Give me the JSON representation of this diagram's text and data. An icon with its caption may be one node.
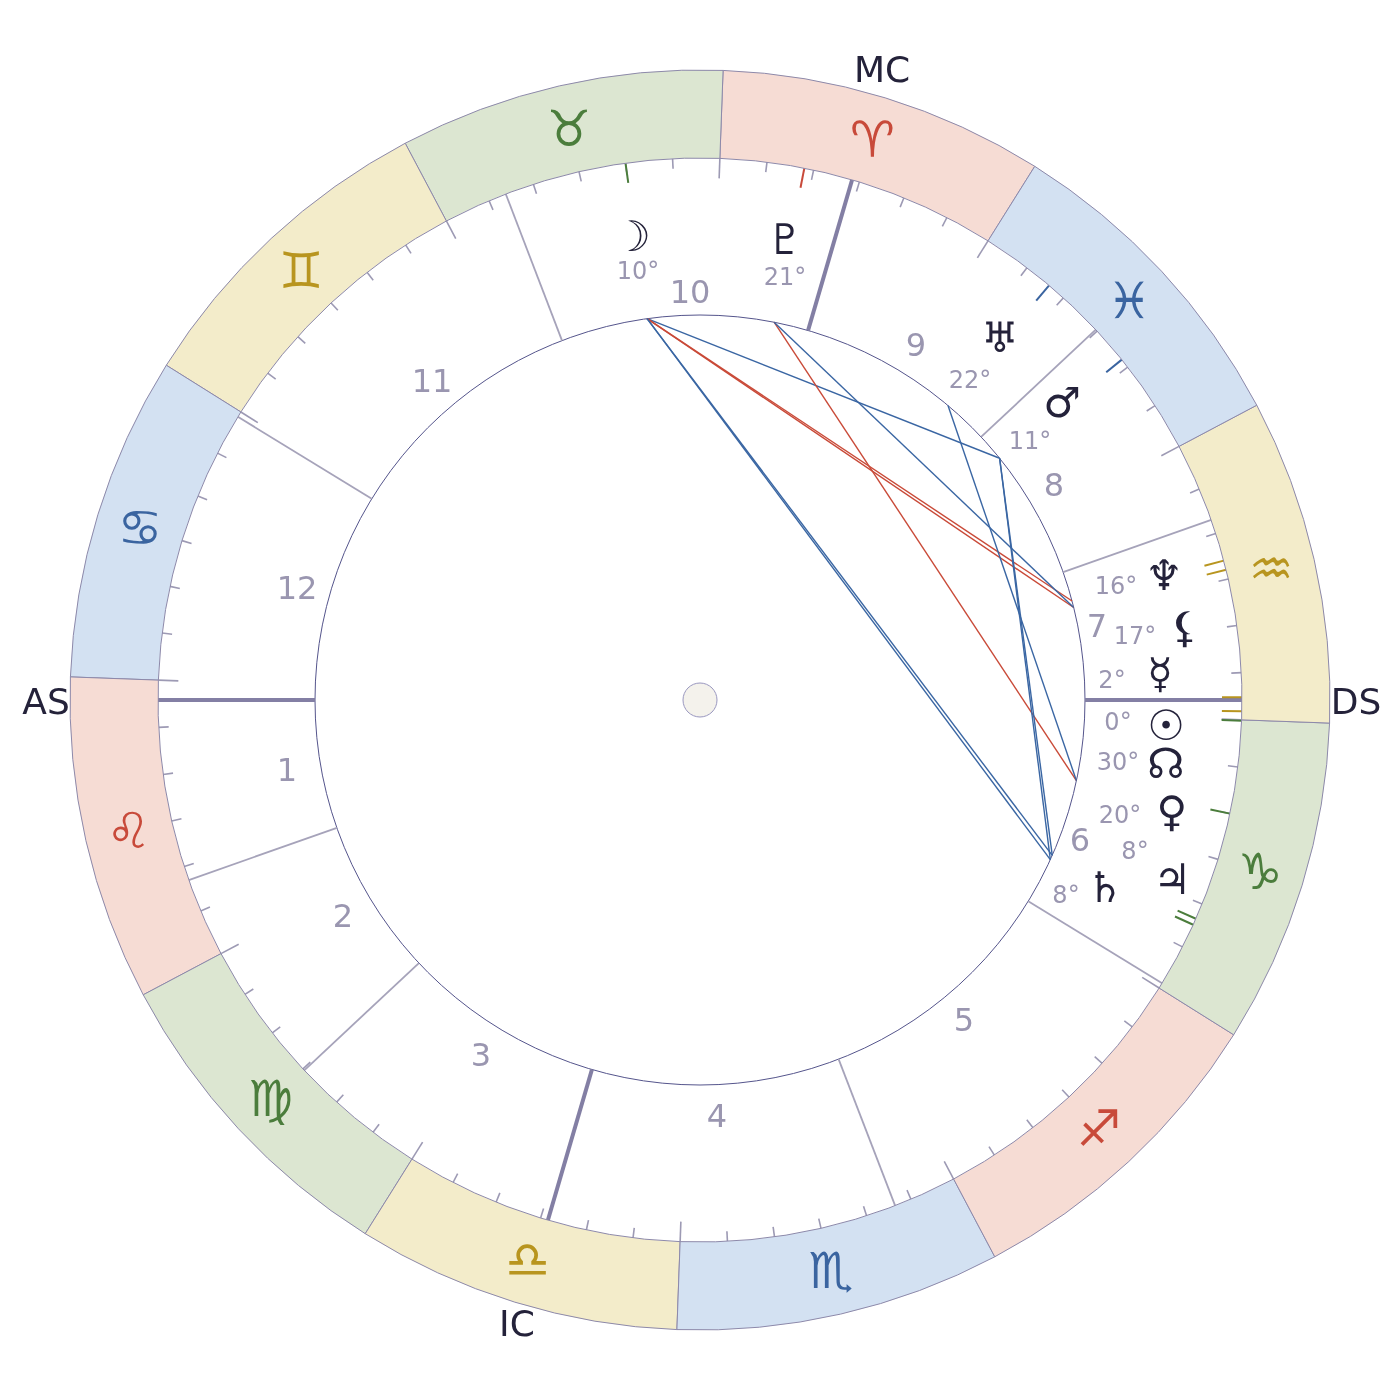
{
  "diagram": {
    "nodes": [
      {
        "text": [
          "♈"
        ]
      },
      {
        "text": [
          "♉"
        ]
      },
      {
        "text": [
          "♊"
        ]
      },
      {
        "text": [
          "♋"
        ]
      },
      {
        "text": [
          "♌"
        ]
      },
      {
        "text": [
          "♍"
        ]
      },
      {
        "text": [
          "♎"
        ]
      },
      {
        "text": [
          "♏"
        ]
      },
      {
        "text": [
          "♐"
        ]
      },
      {
        "text": [
          "♑"
        ]
      },
      {
        "text": [
          "♒"
        ]
      },
      {
        "text": [
          "♓"
        ]
      }
    ],
    "labels": [
      "MC",
      "☽",
      "♇",
      "10°",
      "21°",
      "10",
      "♅",
      "9",
      "22°",
      "11",
      "♂",
      "11°",
      "8",
      "♆",
      "16°",
      "12",
      "7",
      "⚸",
      "17°",
      "☿",
      "2°",
      "AS",
      "DS",
      "0°",
      "☉",
      "30°",
      "☊",
      "1",
      "♀",
      "20°",
      "6",
      "8°",
      "♃",
      "♄",
      "8°",
      "2",
      "5",
      "3",
      "4",
      "IC"
    ]
  }
}
